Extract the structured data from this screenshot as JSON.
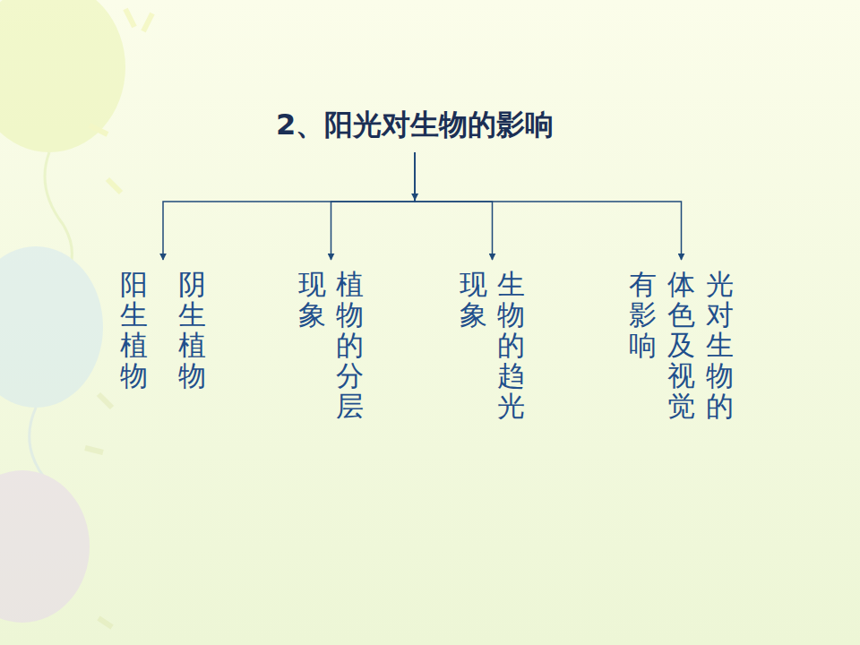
{
  "diagram": {
    "nodes": [
      {
        "text": [
          "2、阳光对生物的影响"
        ]
      },
      {
        "text": [
          "阴生植物",
          "阳生植物"
        ]
      },
      {
        "text": [
          "植物的分层现象"
        ]
      },
      {
        "text": [
          "生物的趋光现象"
        ]
      },
      {
        "text": [
          "光对生物的体色及视觉有影响"
        ]
      }
    ],
    "edges": [
      {
        "from": 0,
        "to": 1,
        "arrow": "to"
      },
      {
        "from": 0,
        "to": 2,
        "arrow": "to"
      },
      {
        "from": 0,
        "to": 3,
        "arrow": "to"
      },
      {
        "from": 0,
        "to": 4,
        "arrow": "to"
      }
    ]
  }
}
